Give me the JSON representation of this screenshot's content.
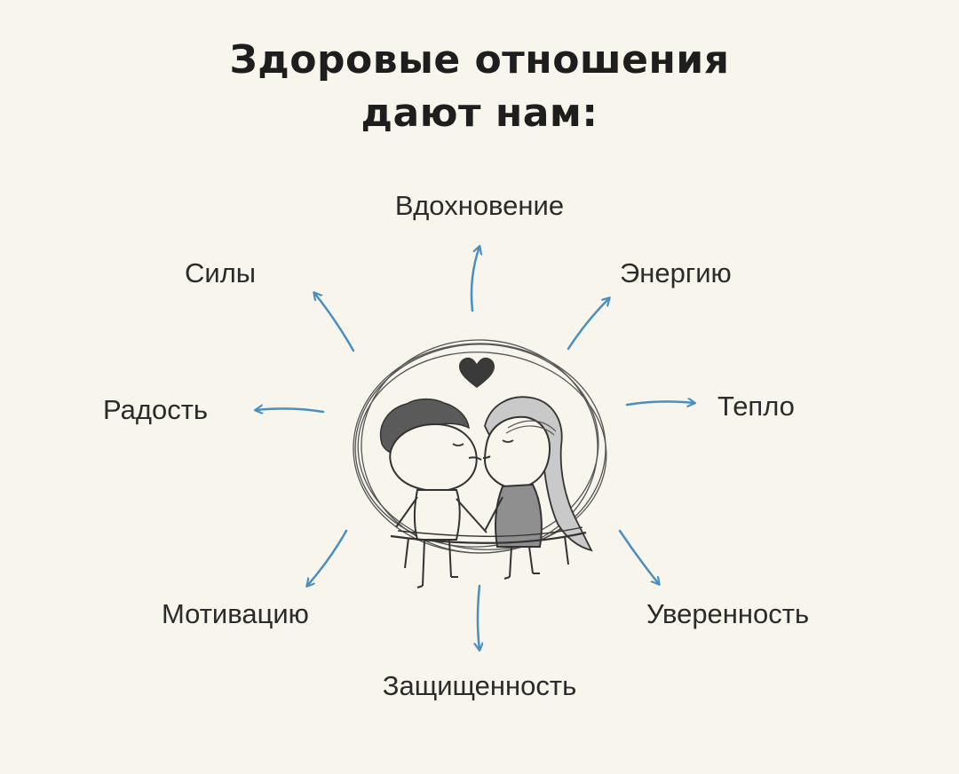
{
  "title": {
    "line1": "Здоровые отношения",
    "line2": "дают нам:"
  },
  "labels": {
    "top": "Вдохновение",
    "top_left": "Силы",
    "top_right": "Энергию",
    "left": "Радость",
    "right": "Тепло",
    "bottom_left": "Мотивацию",
    "bottom_right": "Уверенность",
    "bottom": "Защищенность"
  },
  "colors": {
    "background": "#f8f5ec",
    "arrow": "#4a8fbe",
    "ink": "#2b2b2b"
  },
  "icons": [
    "kissing-couple-illustration",
    "heart-icon"
  ]
}
